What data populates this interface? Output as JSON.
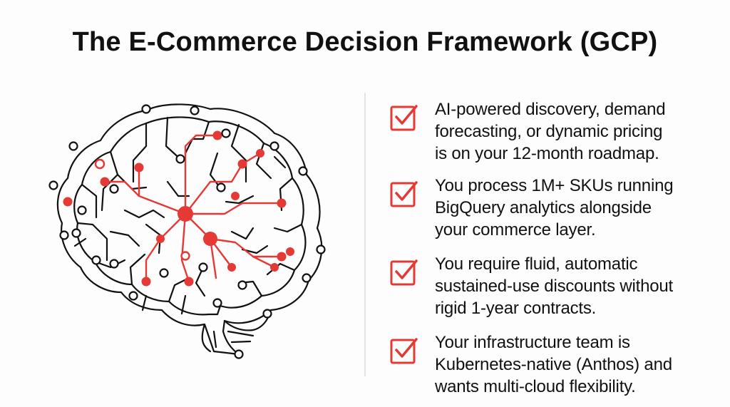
{
  "title": "The E-Commerce Decision Framework (GCP)",
  "colors": {
    "accent": "#e53935",
    "line": "#111111",
    "background": "#fdfdfd"
  },
  "illustration": {
    "icon": "circuit-brain-icon"
  },
  "items": [
    {
      "icon": "checkbox-checked-icon",
      "lines": [
        "AI-powered discovery, demand",
        "forecasting, or dynamic pricing",
        "is on your 12-month roadmap."
      ]
    },
    {
      "icon": "checkbox-checked-icon",
      "lines": [
        "You process 1M+ SKUs running",
        "BigQuery analytics alongside",
        "your commerce layer."
      ]
    },
    {
      "icon": "checkbox-checked-icon",
      "lines": [
        "You require fluid, automatic",
        "sustained-use discounts without",
        "rigid 1-year contracts."
      ]
    },
    {
      "icon": "checkbox-checked-icon",
      "lines": [
        "Your infrastructure team is",
        "Kubernetes-native (Anthos) and",
        "wants multi-cloud flexibility."
      ]
    }
  ]
}
